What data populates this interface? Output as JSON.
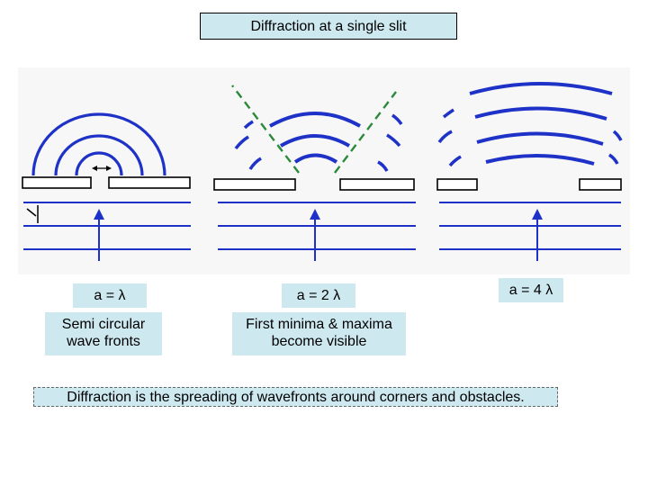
{
  "title": "Diffraction at a single slit",
  "panels": [
    {
      "label": "a = λ",
      "caption": "Semi circular wave fronts"
    },
    {
      "label": "a = 2 λ",
      "caption": "First minima & maxima become visible"
    },
    {
      "label": "a = 4 λ",
      "caption": ""
    }
  ],
  "footnote": "Diffraction is the spreading of wavefronts around corners and obstacles.",
  "colors": {
    "wave": "#1e32c8",
    "minima": "#2a8a3a",
    "barrier": "#000000",
    "label_bg": "#cde8ef"
  }
}
